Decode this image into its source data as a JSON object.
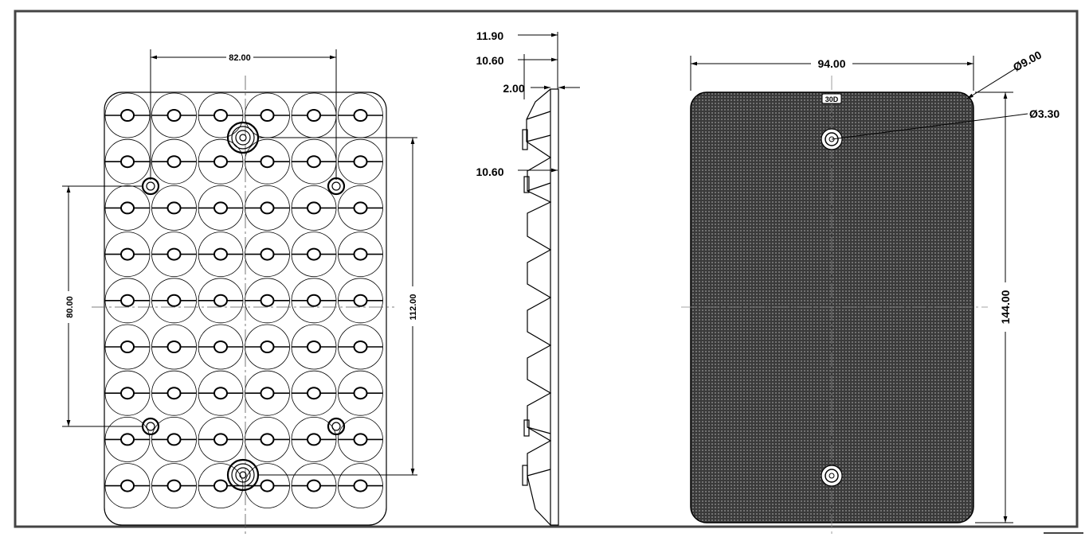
{
  "front_view": {
    "dimensions": {
      "mount_hole_spacing_x": "82.00",
      "mount_hole_spacing_y": "80.00",
      "center_hole_spacing": "112.00"
    },
    "lens_grid": {
      "columns": 6,
      "rows": 9
    }
  },
  "side_view": {
    "dimensions": {
      "total_thickness": "11.90",
      "lens_height_top": "10.60",
      "base_thickness": "2.00",
      "lens_height_mid": "10.60"
    }
  },
  "back_view": {
    "dimensions": {
      "width": "94.00",
      "height": "144.00",
      "corner_diameter": "Ø9.00",
      "hole_diameter": "Ø3.30"
    },
    "marking": "30D"
  }
}
